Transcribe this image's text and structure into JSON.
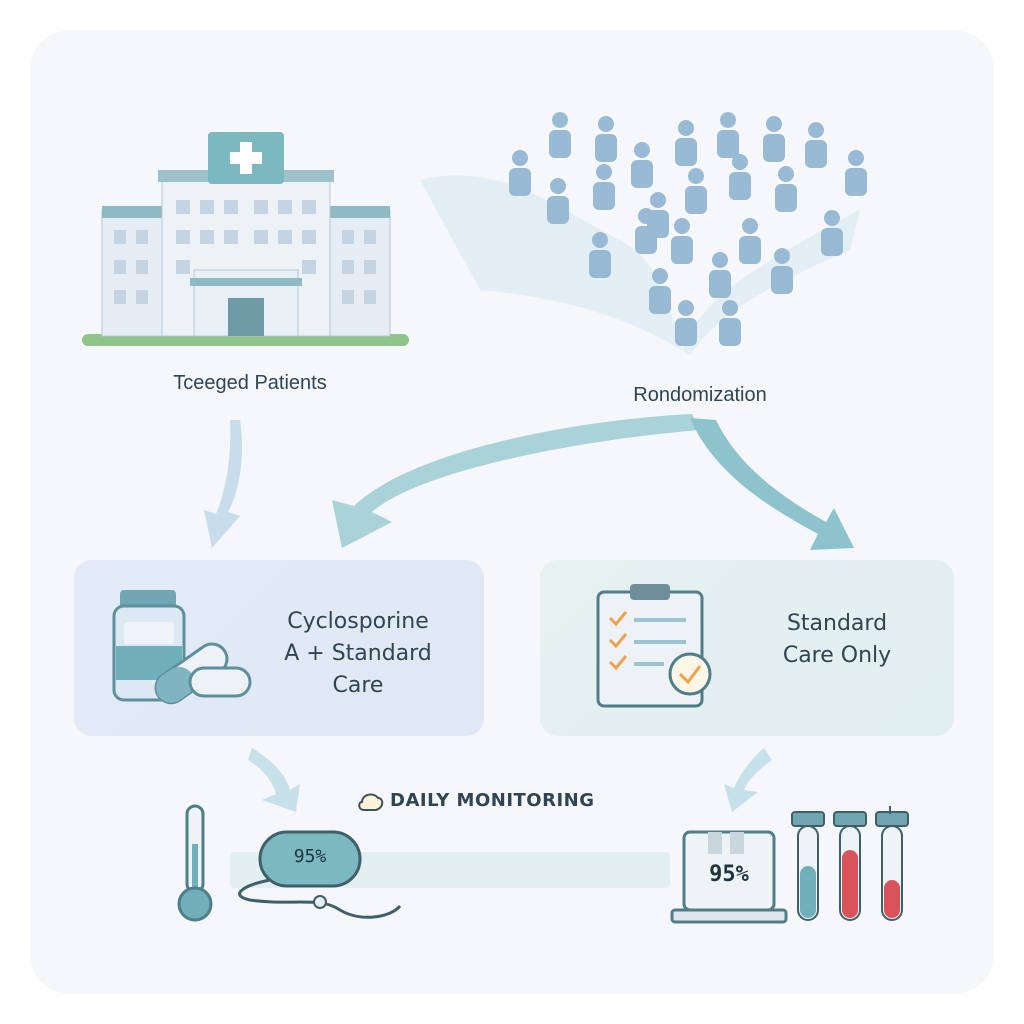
{
  "nodes": {
    "patients_label": "Tceeged Patients",
    "randomization_label": "Rondomization",
    "treatment_arm_line1": "Cyclosporine",
    "treatment_arm_line2": "A + Standard",
    "treatment_arm_line3": "Care",
    "control_arm_line1": "Standard",
    "control_arm_line2": "Care Only"
  },
  "monitoring": {
    "title": "DAILY MONITORING",
    "oximeter_reading_left": "95%",
    "oximeter_reading_right": "95%"
  },
  "icons": {
    "hospital": "hospital-icon",
    "people": "patient-crowd-icon",
    "medicine": "pill-bottle-icon",
    "clipboard": "checklist-clipboard-icon",
    "thermometer": "thermometer-icon",
    "oximeter": "pulse-oximeter-icon",
    "monitor": "vital-monitor-icon",
    "tubes": "blood-sample-tubes-icon"
  },
  "colors": {
    "teal": "#6fb7c2",
    "arrow": "#a9d3d8",
    "person": "#8fb4d0",
    "text": "#2f4454",
    "blood": "#d9545a"
  }
}
